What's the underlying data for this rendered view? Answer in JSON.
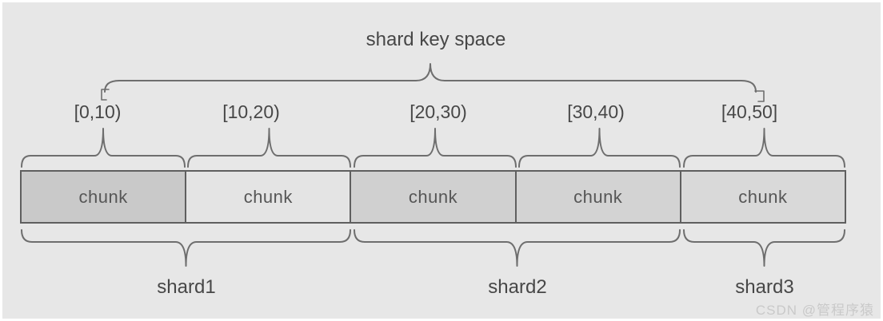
{
  "title": "shard key space",
  "range_labels": [
    "[0,10)",
    "[10,20)",
    "[20,30)",
    "[30,40)",
    "[40,50]"
  ],
  "chunks": [
    {
      "label": "chunk"
    },
    {
      "label": "chunk"
    },
    {
      "label": "chunk"
    },
    {
      "label": "chunk"
    },
    {
      "label": "chunk"
    }
  ],
  "shard_labels": [
    "shard1",
    "shard2",
    "shard3"
  ],
  "watermark": "CSDN @管程序猿",
  "colors": {
    "background": "#e7e7e7",
    "frame": "#ffffff",
    "brace_stroke": "#6e6e6e",
    "box_border": "#5f5f5f",
    "text": "#474747",
    "watermark_text": "#c9c9c9",
    "box_fills": [
      "#c9c9c9",
      "#e4e4e4",
      "#d0d0d0",
      "#d3d3d3",
      "#d9d9d9"
    ]
  }
}
